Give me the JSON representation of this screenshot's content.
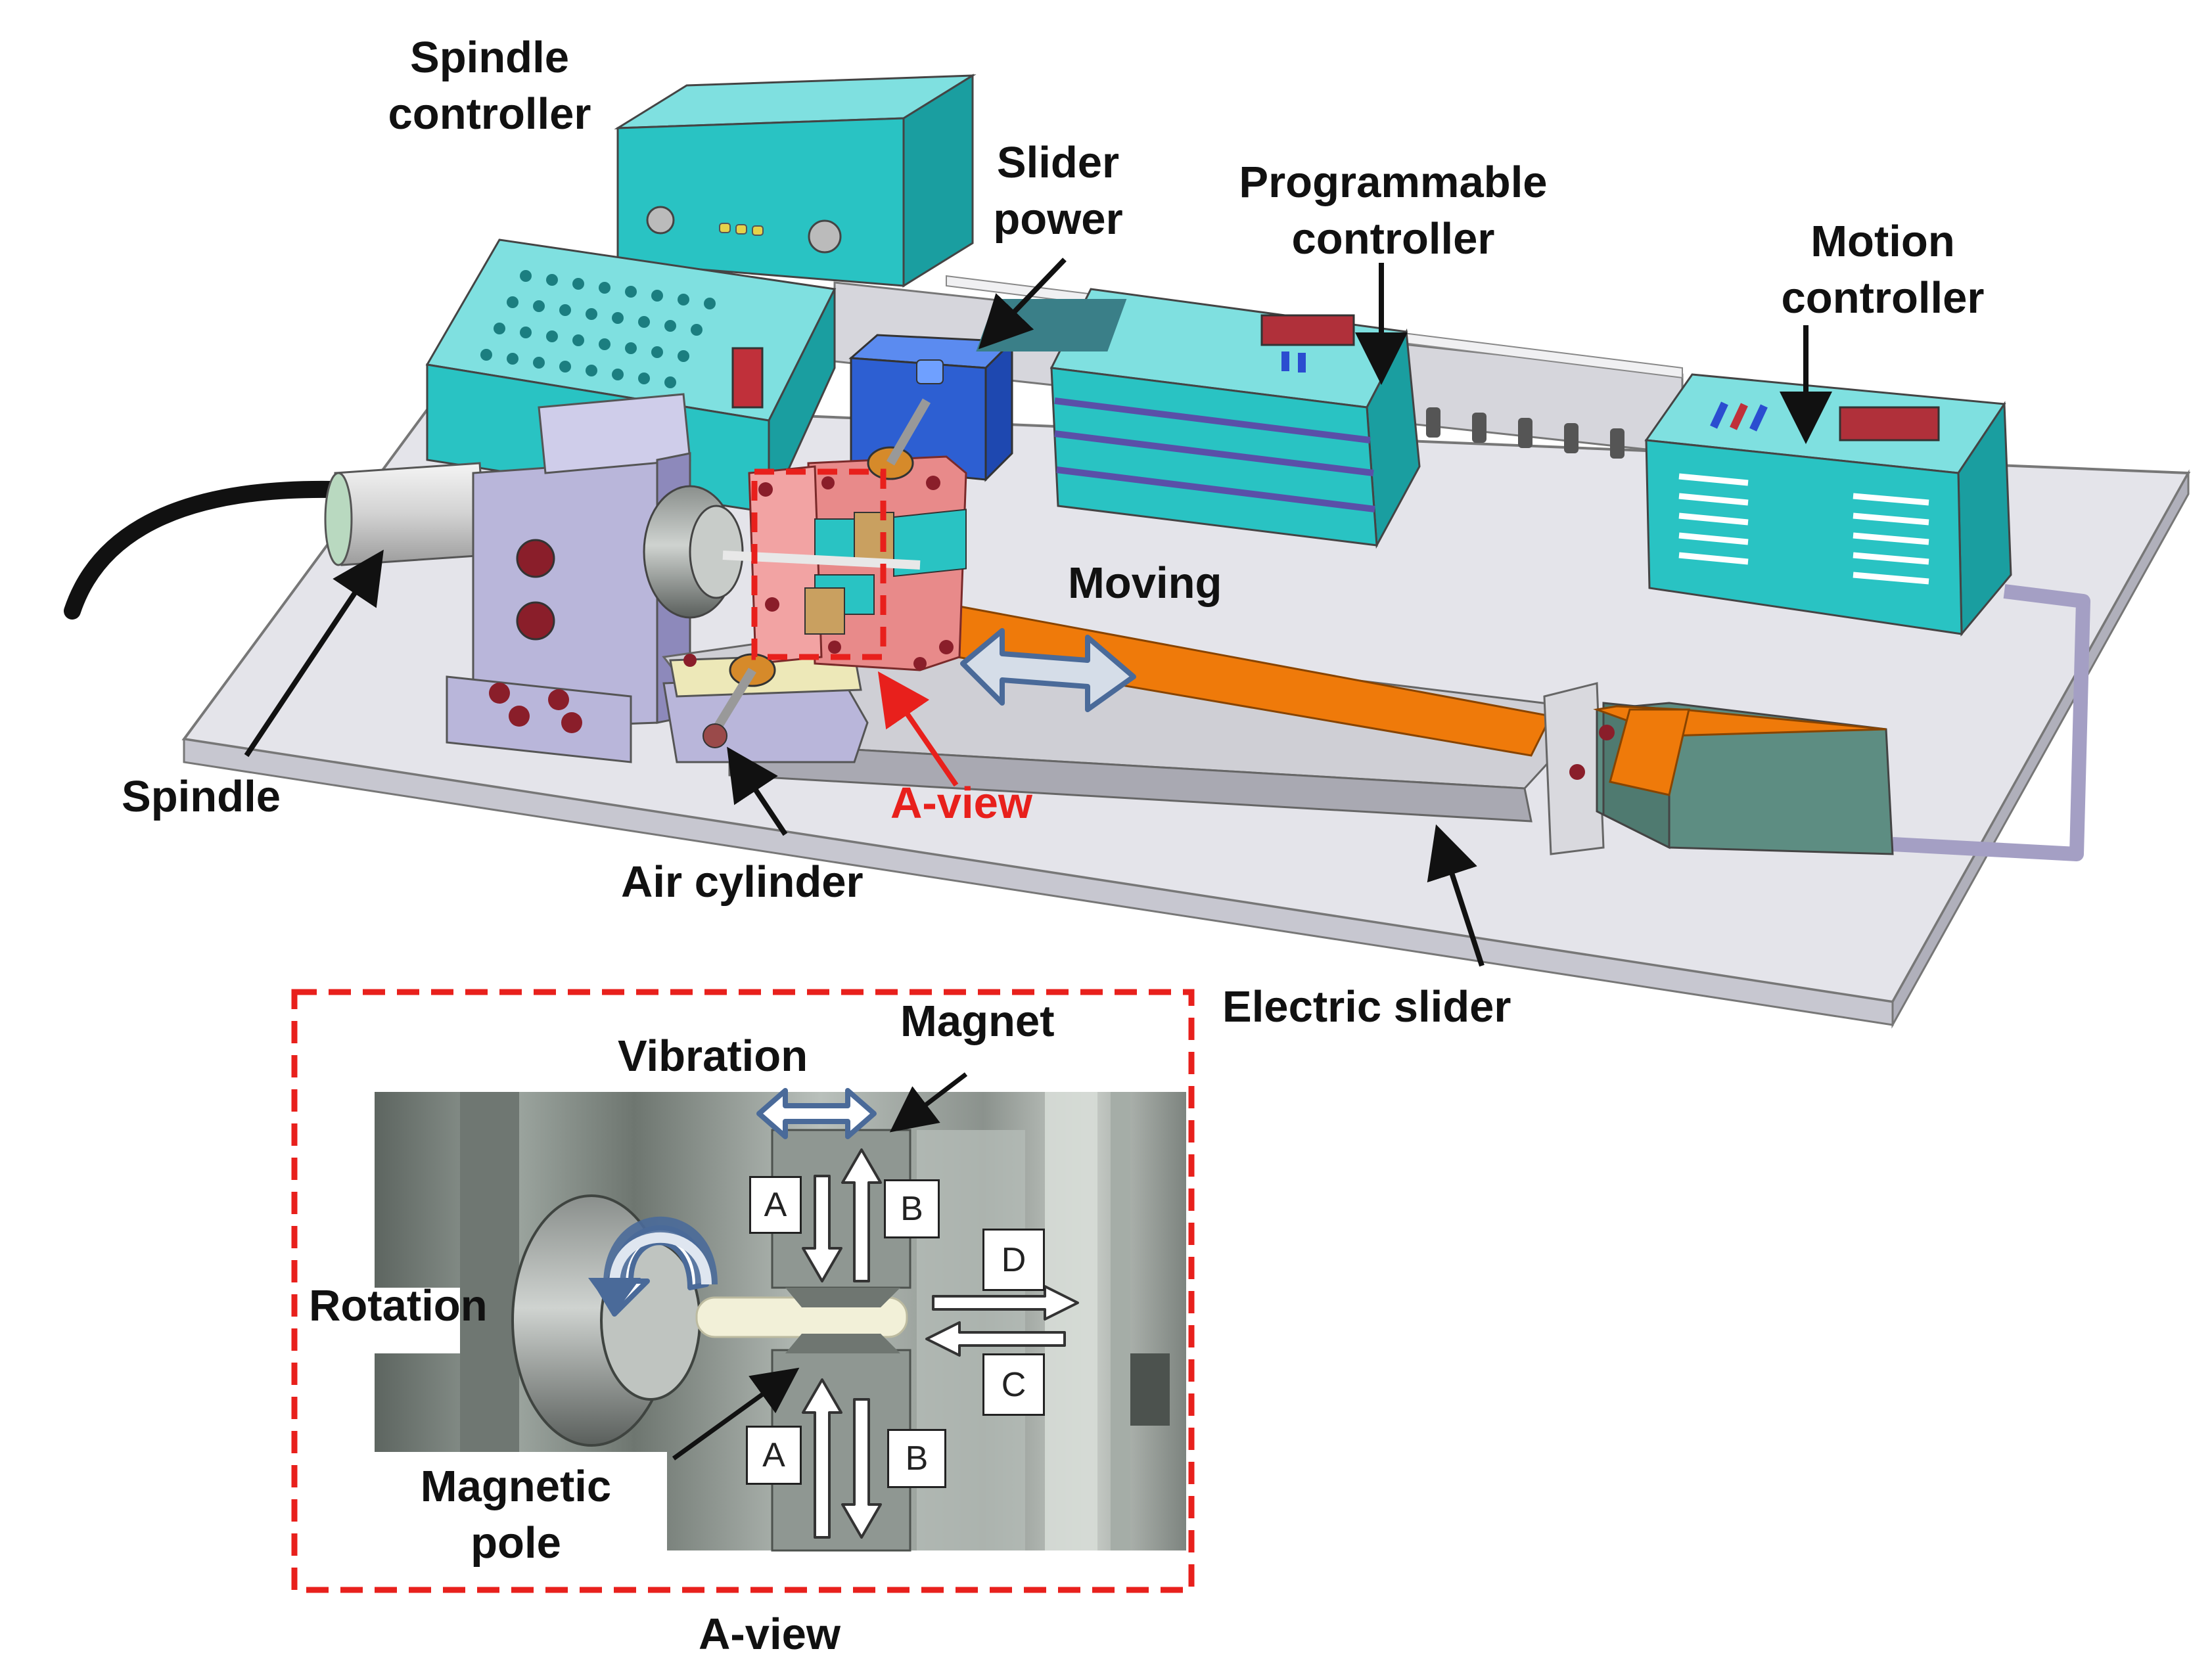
{
  "labels": {
    "spindle_controller": [
      "Spindle",
      "controller"
    ],
    "slider_power": [
      "Slider",
      "power"
    ],
    "programmable_controller": [
      "Programmable",
      "controller"
    ],
    "motion_controller": [
      "Motion",
      "controller"
    ],
    "moving": "Moving",
    "spindle": "Spindle",
    "a_view_red": "A-view",
    "air_cylinder": "Air cylinder",
    "electric_slider": "Electric slider",
    "magnet": "Magnet",
    "vibration": "Vibration",
    "rotation": "Rotation",
    "magnetic_pole": [
      "Magnetic",
      "pole"
    ],
    "a_view_caption": "A-view"
  },
  "direction_boxes": {
    "top_left": "A",
    "top_right": "B",
    "right_top": "D",
    "right_bottom": "C",
    "bottom_left": "A",
    "bottom_right": "B"
  },
  "colors": {
    "base_plate": "#e4e4ea",
    "teal": "#29c3c3",
    "orange": "#ef7a0a",
    "lavender": "#b9b6da",
    "blue_block": "#2d5fd2",
    "pink_frame": "#e88a8a",
    "red_dash": "#e8201c",
    "arrow_blue": "#4a6a99"
  }
}
